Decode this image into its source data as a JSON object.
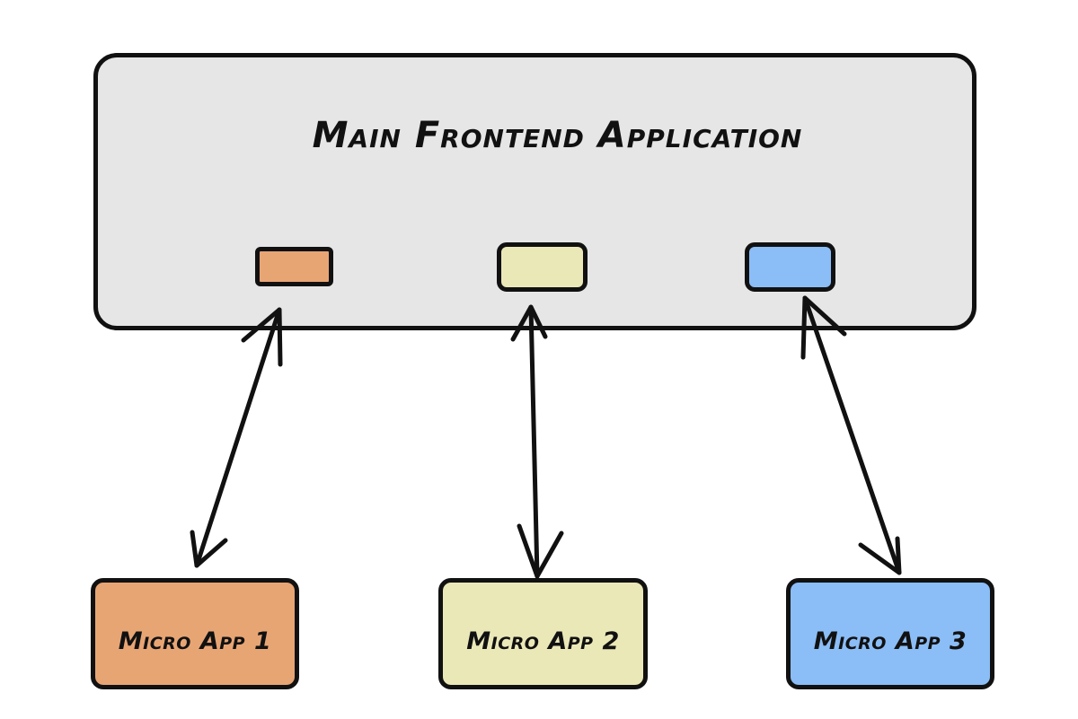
{
  "main": {
    "title": "Main Frontend Application",
    "background": "#e6e6e6",
    "slots": [
      {
        "color": "#e8a574"
      },
      {
        "color": "#ebe8b8"
      },
      {
        "color": "#8bbdf6"
      }
    ]
  },
  "micro_apps": [
    {
      "label": "Micro App 1",
      "color": "#e8a574"
    },
    {
      "label": "Micro App 2",
      "color": "#ebe8b8"
    },
    {
      "label": "Micro App 3",
      "color": "#8bbdf6"
    }
  ],
  "connectors": [
    {
      "from": "main-slot-1",
      "to": "micro-app-1",
      "direction": "bidirectional"
    },
    {
      "from": "main-slot-2",
      "to": "micro-app-2",
      "direction": "bidirectional"
    },
    {
      "from": "main-slot-3",
      "to": "micro-app-3",
      "direction": "bidirectional"
    }
  ],
  "colors": {
    "stroke": "#111111",
    "page_background": "#ffffff"
  }
}
